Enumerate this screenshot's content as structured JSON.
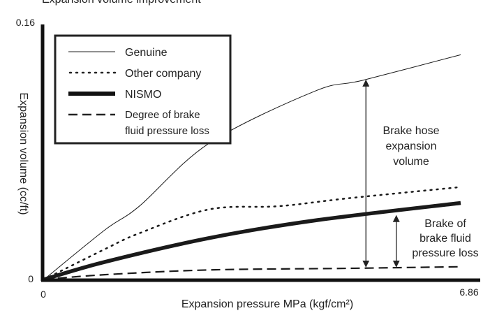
{
  "chart_data": {
    "type": "line",
    "title": "Expansion volume improvement",
    "xlabel": "Expansion pressure MPa (kgf/cm²)",
    "ylabel": "Expansion volume (cc/ft)",
    "xlim": [
      0,
      6.86
    ],
    "ylim": [
      0,
      0.16
    ],
    "x_ticks": [
      "0",
      "6.86"
    ],
    "y_ticks": [
      "0",
      "0.16"
    ],
    "grid": false,
    "legend_position": "top-left",
    "series": [
      {
        "name": "Genuine",
        "style": "thin",
        "x": [
          0,
          1.0,
          1.57,
          2.72,
          4.45,
          5.25,
          6.86
        ],
        "y": [
          0,
          0.031,
          0.046,
          0.0855,
          0.118,
          0.125,
          0.141
        ]
      },
      {
        "name": "Other company",
        "style": "dotted",
        "x": [
          0,
          1.0,
          1.57,
          2.72,
          3.87,
          5.02,
          6.86
        ],
        "y": [
          0,
          0.019,
          0.029,
          0.044,
          0.046,
          0.051,
          0.058
        ]
      },
      {
        "name": "NISMO",
        "style": "bold",
        "x": [
          0,
          1.0,
          2.72,
          4.45,
          6.86
        ],
        "y": [
          0,
          0.011,
          0.026,
          0.037,
          0.048
        ]
      },
      {
        "name": "Degree of brake fluid pressure loss",
        "legend_lines": [
          "Degree of brake",
          "fluid pressure loss"
        ],
        "style": "dashed",
        "x": [
          0,
          1.0,
          2.72,
          5.02,
          6.86
        ],
        "y": [
          0,
          0.003,
          0.006,
          0.007,
          0.008
        ]
      }
    ],
    "annotations": [
      {
        "lines": [
          "Brake hose",
          "expansion",
          "volume"
        ],
        "x": 5.3,
        "y_range": [
          0.008,
          0.125
        ]
      },
      {
        "lines": [
          "Brake of",
          "brake fluid",
          "pressure loss"
        ],
        "x": 5.8,
        "y_range": [
          0.008,
          0.04
        ]
      }
    ]
  }
}
